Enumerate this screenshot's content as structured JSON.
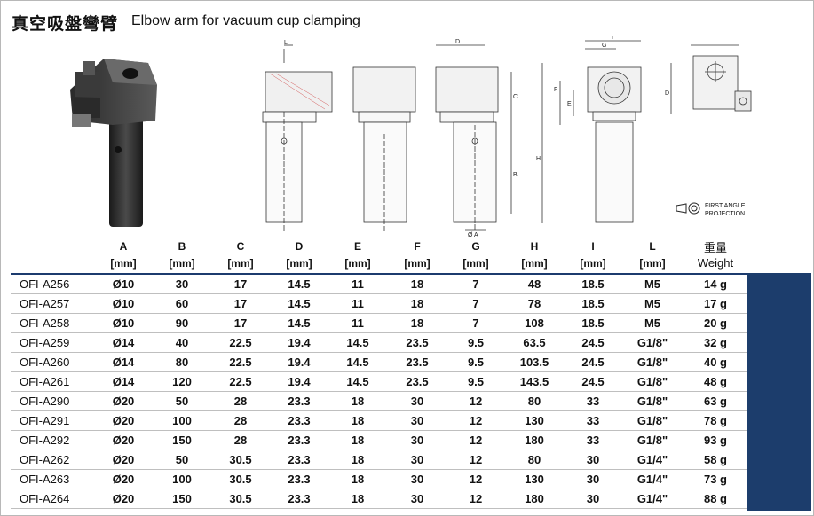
{
  "title": {
    "zh": "真空吸盤彎臂",
    "en": "Elbow arm for vacuum cup clamping"
  },
  "projection": {
    "line1": "FIRST ANGLE",
    "line2": "PROJECTION"
  },
  "dim_labels": {
    "L": "L",
    "D": "D",
    "G": "G",
    "I": "I",
    "C": "C",
    "B": "B",
    "F": "F",
    "E": "E",
    "H": "H",
    "A": "Ø A"
  },
  "table": {
    "columns": [
      {
        "letter": "A",
        "unit": "[mm]"
      },
      {
        "letter": "B",
        "unit": "[mm]"
      },
      {
        "letter": "C",
        "unit": "[mm]"
      },
      {
        "letter": "D",
        "unit": "[mm]"
      },
      {
        "letter": "E",
        "unit": "[mm]"
      },
      {
        "letter": "F",
        "unit": "[mm]"
      },
      {
        "letter": "G",
        "unit": "[mm]"
      },
      {
        "letter": "H",
        "unit": "[mm]"
      },
      {
        "letter": "I",
        "unit": "[mm]"
      },
      {
        "letter": "L",
        "unit": "[mm]"
      }
    ],
    "weight_zh": "重量",
    "weight_en": "Weight",
    "rows": [
      [
        "OFI-A256",
        "Ø10",
        "30",
        "17",
        "14.5",
        "11",
        "18",
        "7",
        "48",
        "18.5",
        "M5",
        "14 g"
      ],
      [
        "OFI-A257",
        "Ø10",
        "60",
        "17",
        "14.5",
        "11",
        "18",
        "7",
        "78",
        "18.5",
        "M5",
        "17 g"
      ],
      [
        "OFI-A258",
        "Ø10",
        "90",
        "17",
        "14.5",
        "11",
        "18",
        "7",
        "108",
        "18.5",
        "M5",
        "20 g"
      ],
      [
        "OFI-A259",
        "Ø14",
        "40",
        "22.5",
        "19.4",
        "14.5",
        "23.5",
        "9.5",
        "63.5",
        "24.5",
        "G1/8\"",
        "32 g"
      ],
      [
        "OFI-A260",
        "Ø14",
        "80",
        "22.5",
        "19.4",
        "14.5",
        "23.5",
        "9.5",
        "103.5",
        "24.5",
        "G1/8\"",
        "40 g"
      ],
      [
        "OFI-A261",
        "Ø14",
        "120",
        "22.5",
        "19.4",
        "14.5",
        "23.5",
        "9.5",
        "143.5",
        "24.5",
        "G1/8\"",
        "48 g"
      ],
      [
        "OFI-A290",
        "Ø20",
        "50",
        "28",
        "23.3",
        "18",
        "30",
        "12",
        "80",
        "33",
        "G1/8\"",
        "63 g"
      ],
      [
        "OFI-A291",
        "Ø20",
        "100",
        "28",
        "23.3",
        "18",
        "30",
        "12",
        "130",
        "33",
        "G1/8\"",
        "78 g"
      ],
      [
        "OFI-A292",
        "Ø20",
        "150",
        "28",
        "23.3",
        "18",
        "30",
        "12",
        "180",
        "33",
        "G1/8\"",
        "93 g"
      ],
      [
        "OFI-A262",
        "Ø20",
        "50",
        "30.5",
        "23.3",
        "18",
        "30",
        "12",
        "80",
        "30",
        "G1/4\"",
        "58 g"
      ],
      [
        "OFI-A263",
        "Ø20",
        "100",
        "30.5",
        "23.3",
        "18",
        "30",
        "12",
        "130",
        "30",
        "G1/4\"",
        "73 g"
      ],
      [
        "OFI-A264",
        "Ø20",
        "150",
        "30.5",
        "23.3",
        "18",
        "30",
        "12",
        "180",
        "30",
        "G1/4\"",
        "88 g"
      ]
    ]
  },
  "colors": {
    "accent": "#1c3d6c"
  }
}
